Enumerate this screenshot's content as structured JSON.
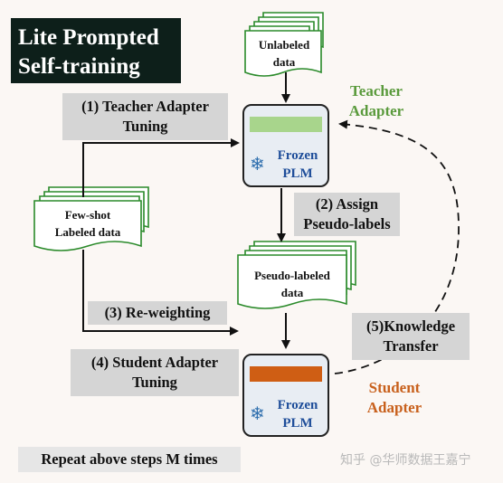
{
  "title": {
    "line1": "Lite Prompted",
    "line2": "Self-training"
  },
  "inputs": {
    "unlabeled": {
      "line1": "Unlabeled",
      "line2": "data"
    },
    "few_shot": {
      "line1": "Few-shot",
      "line2": "Labeled data"
    },
    "pseudo_labeled": {
      "line1": "Pseudo-labeled",
      "line2": "data"
    }
  },
  "steps": {
    "step1": {
      "line1": "(1) Teacher Adapter",
      "line2": "Tuning"
    },
    "step2": {
      "line1": "(2) Assign",
      "line2": "Pseudo-labels"
    },
    "step3": {
      "line1": "(3) Re-weighting"
    },
    "step4": {
      "line1": "(4) Student Adapter",
      "line2": "Tuning"
    },
    "step5": {
      "line1": "(5)Knowledge",
      "line2": "Transfer"
    }
  },
  "teacher_plm": {
    "line1": "Frozen",
    "line2": "PLM"
  },
  "student_plm": {
    "line1": "Frozen",
    "line2": "PLM"
  },
  "teacher_adapter": {
    "line1": "Teacher",
    "line2": "Adapter"
  },
  "student_adapter": {
    "line1": "Student",
    "line2": "Adapter"
  },
  "footer": {
    "repeat": "Repeat above steps M times"
  },
  "watermark": "知乎 @华师数据王嘉宁",
  "colors": {
    "teacher_green": "#5a9a3c",
    "teacher_bar": "#a8d58c",
    "student_orange": "#c8601c",
    "student_bar": "#cf5e14",
    "plm_blue": "#1f4e9a",
    "doc_border": "#2a8a2a",
    "label_grey": "#d5d5d5"
  },
  "icons": {
    "plm_icon": "snowflake-icon",
    "doc_icon": "document-stack-icon"
  }
}
